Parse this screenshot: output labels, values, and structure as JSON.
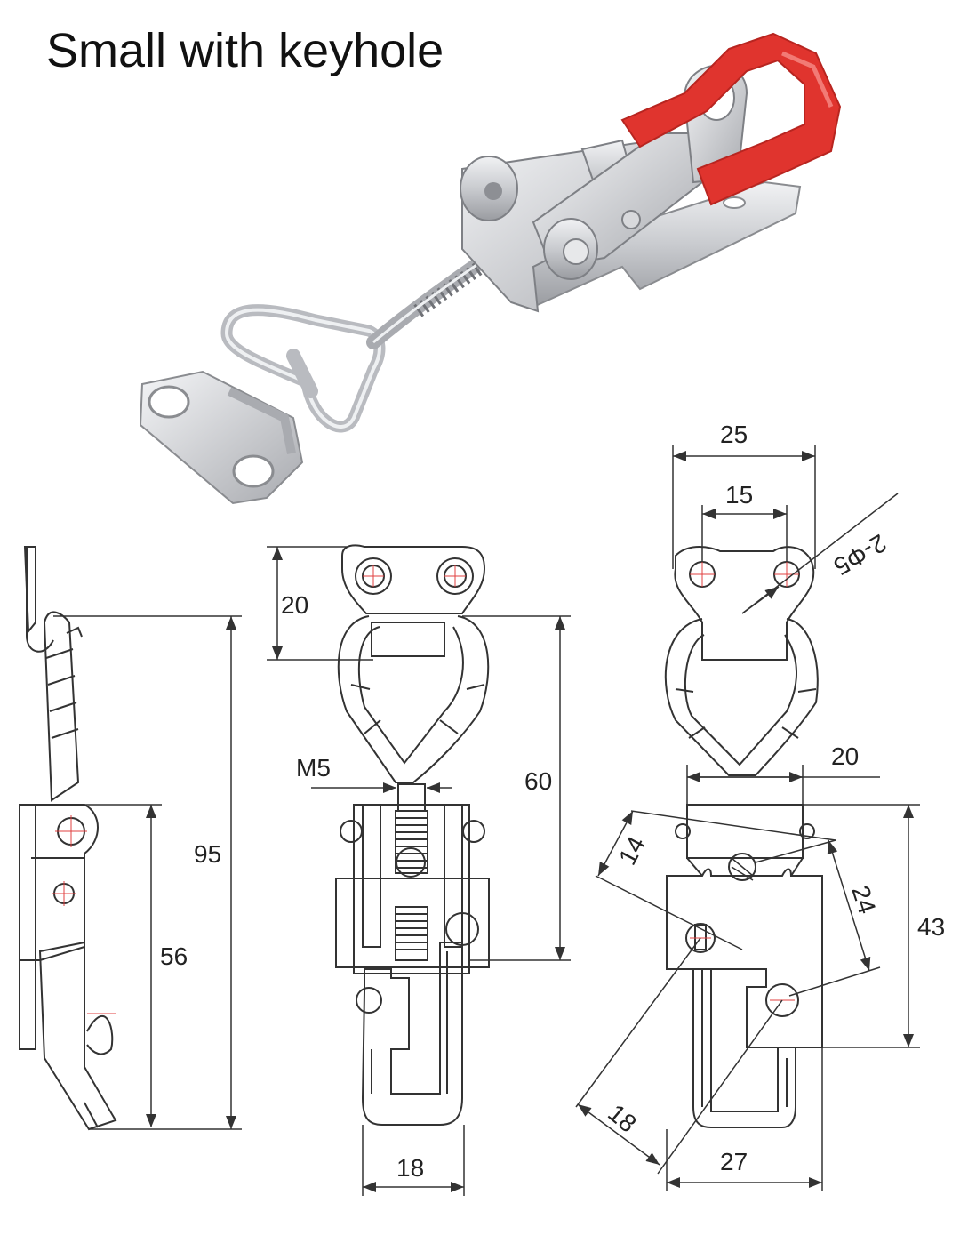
{
  "title": "Small with keyhole",
  "colors": {
    "handle_grip": "#e0342e",
    "steel_light": "#dcdde0",
    "steel_dark": "#8d8f94",
    "line": "#333333",
    "center_mark": "#e04040"
  },
  "dimensions": {
    "side_view": {
      "overall_height": "95",
      "lower_height": "56"
    },
    "front_view": {
      "top_plate": "20",
      "thread": "M5",
      "hook_height": "60",
      "width": "18"
    },
    "right_view": {
      "overall_width": "25",
      "hole_spacing": "15",
      "holes": "2-Φ5",
      "body_width": "20",
      "body_height": "43",
      "diag_a": "14",
      "diag_b": "24",
      "diag_c": "18",
      "base_width": "27"
    }
  }
}
